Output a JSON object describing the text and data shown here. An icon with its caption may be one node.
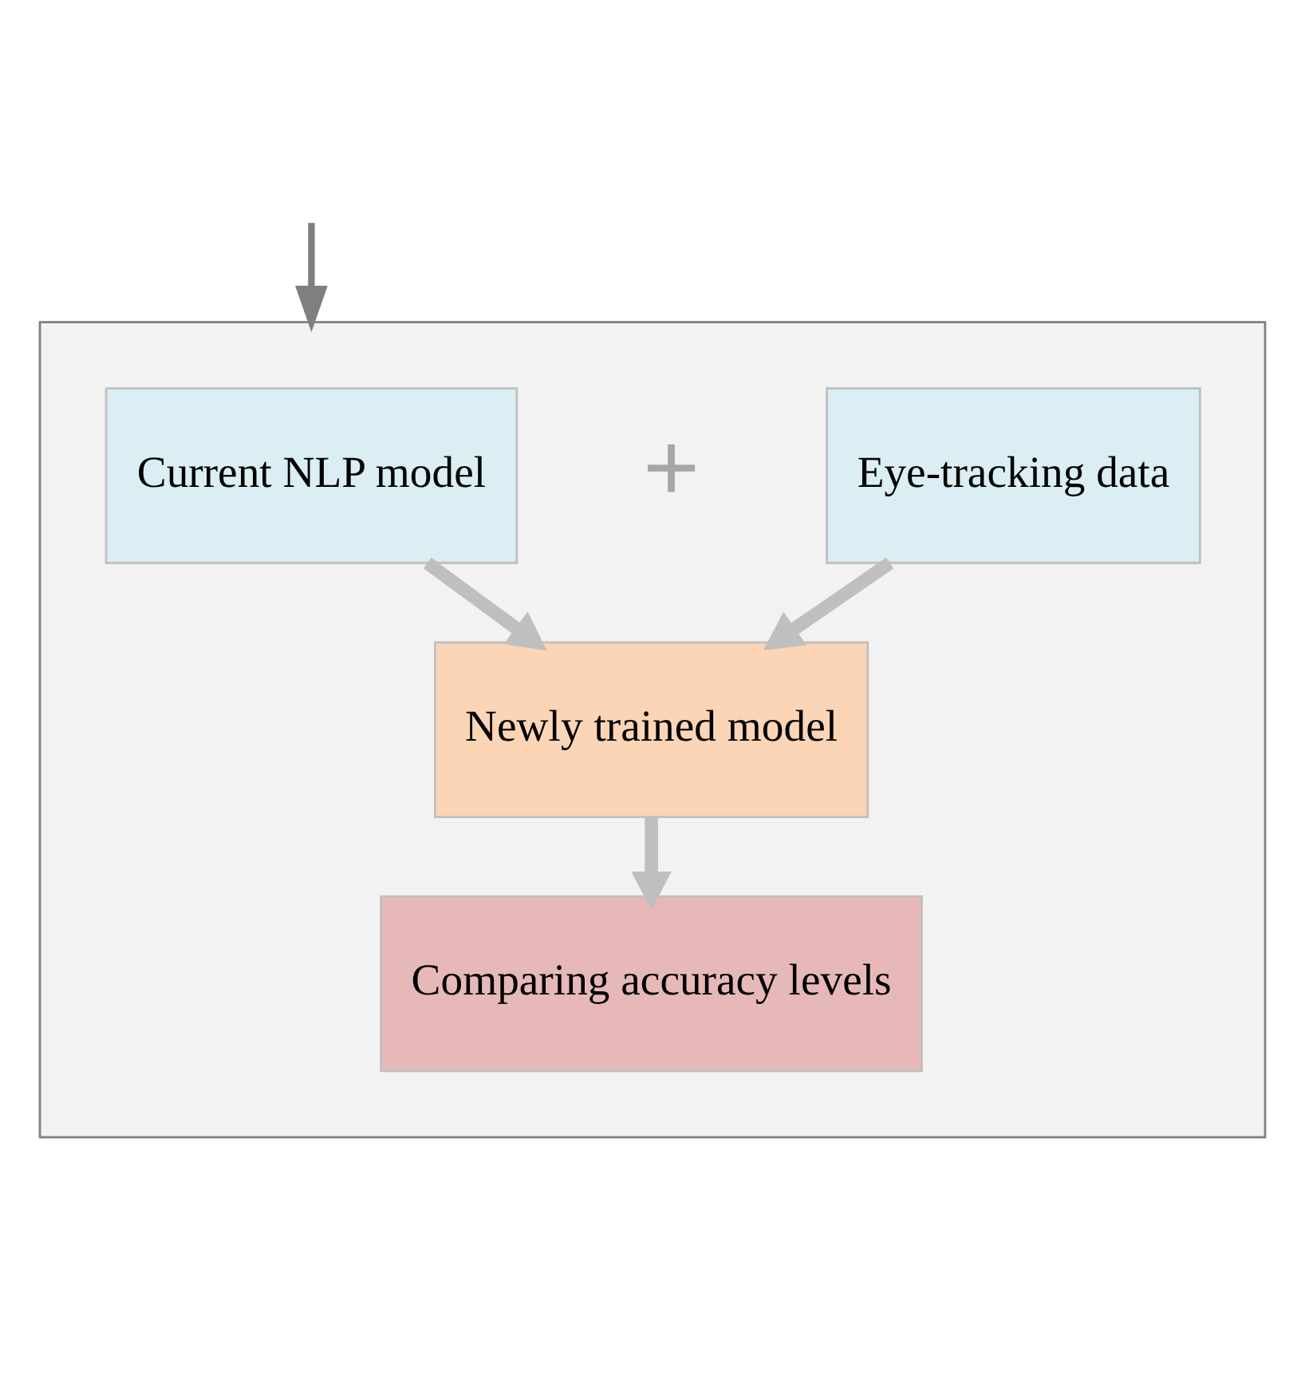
{
  "diagram": {
    "nodes": [
      {
        "text": [],
        "shape": "box"
      },
      {
        "text": [
          "Current NLP model"
        ],
        "in": 0
      },
      {
        "text": [
          "Eye-tracking data"
        ],
        "in": 0
      },
      {
        "text": [
          "Newly trained model"
        ],
        "in": 0
      },
      {
        "text": [
          "Comparing accuracy levels"
        ],
        "in": 0
      }
    ],
    "edges": [
      {
        "from": 1,
        "to": 3,
        "arrow": "to"
      },
      {
        "from": 2,
        "to": 3,
        "arrow": "to"
      },
      {
        "from": 3,
        "to": 4,
        "arrow": "to"
      },
      {
        "from": null,
        "to": 0,
        "arrow": "to",
        "color": "#7f7f7f"
      }
    ],
    "labels": [
      "+"
    ]
  }
}
